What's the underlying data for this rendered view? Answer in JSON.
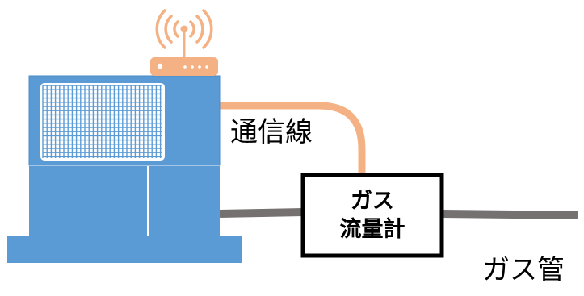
{
  "labels": {
    "communication_line": "通信線",
    "meter_line1": "ガス",
    "meter_line2": "流量計",
    "gas_pipe": "ガス管"
  },
  "colors": {
    "device_blue": "#5b9bd5",
    "device_dark": "#2f74b5",
    "orange": "#f4b183",
    "pipe_gray": "#767171",
    "white": "#ffffff",
    "black": "#000000"
  },
  "icons": [
    "wifi-router-icon",
    "antenna-signal-icon",
    "ventilation-grille"
  ]
}
